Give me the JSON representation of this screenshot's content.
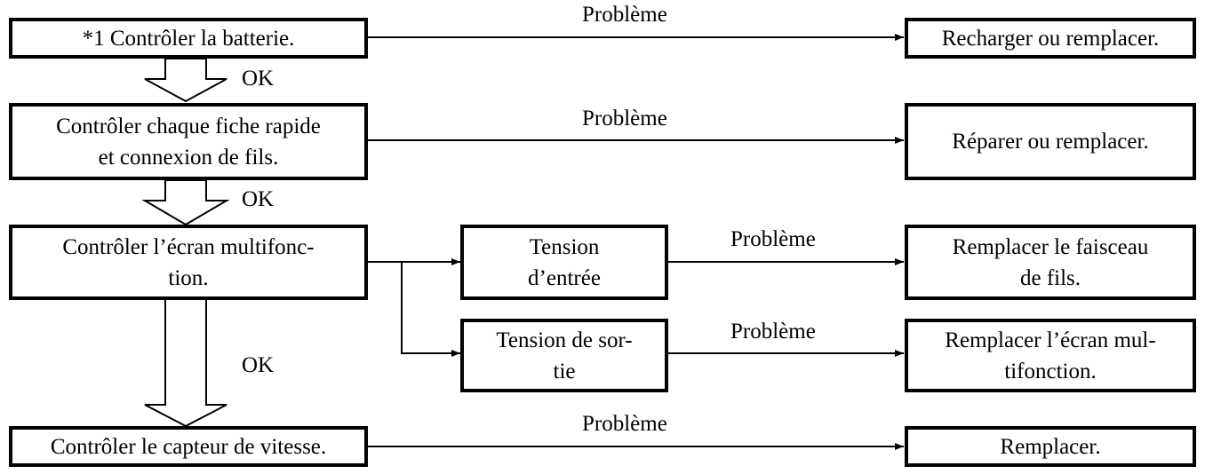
{
  "nodes": {
    "check_battery": "*1 Contrôler la batterie.",
    "check_connectors": "Contrôler chaque fiche rapide\net connexion de fils.",
    "check_display": "Contrôler l’écran multifonc-\ntion.",
    "check_speed_sensor": "Contrôler le capteur de vitesse.",
    "input_voltage": "Tension\nd’entrée",
    "output_voltage": "Tension de sor-\ntie",
    "recharge_replace": "Recharger ou remplacer.",
    "repair_replace": "Réparer ou remplacer.",
    "replace_harness": "Remplacer le faisceau\nde fils.",
    "replace_display": "Remplacer l’écran mul-\ntifonction.",
    "replace": "Remplacer."
  },
  "labels": {
    "problem": "Problème",
    "ok": "OK"
  }
}
